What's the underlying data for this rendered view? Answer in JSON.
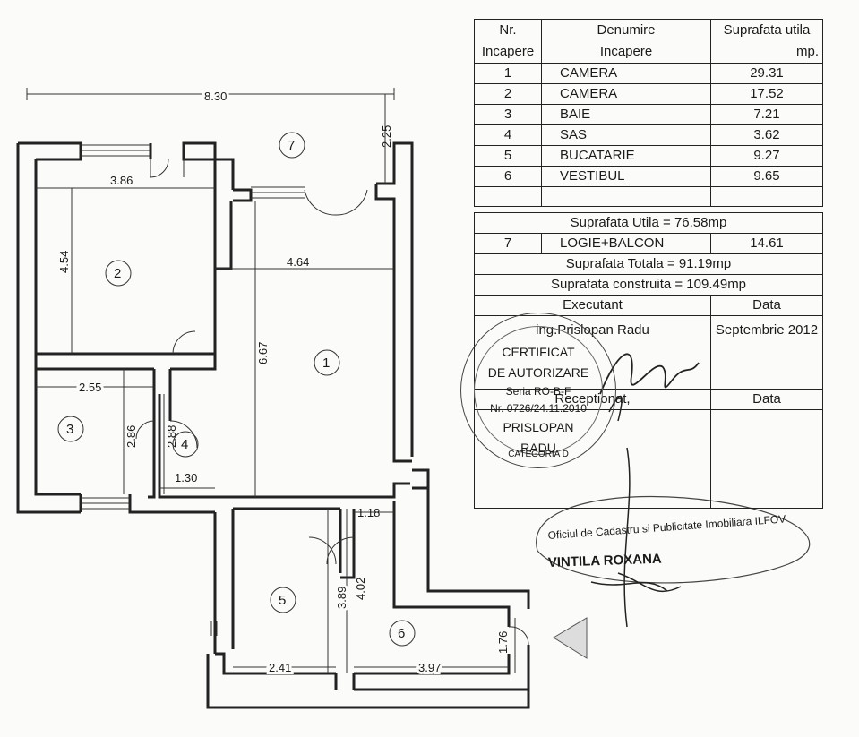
{
  "plan": {
    "dimensions": {
      "total_width": "8.30",
      "balcony_depth": "2.25",
      "room2_width": "3.86",
      "room2_height": "4.54",
      "room1_width": "4.64",
      "room1_height": "6.67",
      "room3_width": "2.55",
      "room3_height": "2.86",
      "room4_height": "2.88",
      "room4_width": "1.30",
      "corridor_width": "1.18",
      "kitchen_height": "3.89",
      "vestibule_height": "4.02",
      "kitchen_width": "2.41",
      "vestibule_width": "3.97",
      "entry_depth": "1.76"
    },
    "room_numbers": [
      "1",
      "2",
      "3",
      "4",
      "5",
      "6",
      "7"
    ]
  },
  "table": {
    "headers": {
      "nr": [
        "Nr.",
        "Incapere"
      ],
      "name": [
        "Denumire",
        "Incapere"
      ],
      "area": [
        "Suprafata utila",
        "mp."
      ]
    },
    "rows": [
      {
        "nr": "1",
        "name": "CAMERA",
        "area": "29.31"
      },
      {
        "nr": "2",
        "name": "CAMERA",
        "area": "17.52"
      },
      {
        "nr": "3",
        "name": "BAIE",
        "area": "7.21"
      },
      {
        "nr": "4",
        "name": "SAS",
        "area": "3.62"
      },
      {
        "nr": "5",
        "name": "BUCATARIE",
        "area": "9.27"
      },
      {
        "nr": "6",
        "name": "VESTIBUL",
        "area": "9.65"
      }
    ],
    "suprafata_utila": "Suprafata Utila = 76.58mp",
    "balcony_row": {
      "nr": "7",
      "name": "LOGIE+BALCON",
      "area": "14.61"
    },
    "suprafata_totala": "Suprafata Totala = 91.19mp",
    "suprafata_construita": "Suprafata construita = 109.49mp",
    "executant_label": "Executant",
    "data_label": "Data",
    "executant_name": "ing.Prislopan Radu",
    "executant_date": "Septembrie 2012",
    "receptionat_label": "Receptionat,",
    "data_label2": "Data"
  },
  "stamp": {
    "lines": [
      "CERTIFICAT",
      "DE AUTORIZARE",
      "Seria RO-B-F",
      "Nr. 0726/24.11.2010",
      "PRISLOPAN",
      "RADU"
    ],
    "category": "CATEGORIA D"
  },
  "office_stamp": {
    "line1": "Oficiul de Cadastru si Publicitate Imobiliara ILFOV",
    "line2": "VINTILA ROXANA"
  }
}
